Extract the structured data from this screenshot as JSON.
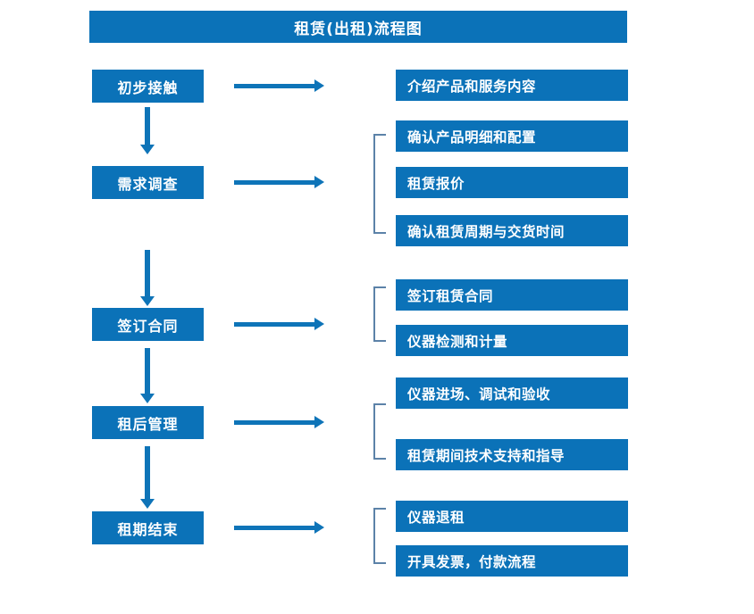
{
  "diagram": {
    "title": "租赁(出租)流程图",
    "accent_color": "#0b72b8",
    "arrow_color": "#0e74b8",
    "bracket_color": "#5c82a8",
    "text_color": "#ffffff",
    "background": "#ffffff",
    "type": "flowchart",
    "stages": [
      {
        "id": "stage-1",
        "label": "初步接触",
        "details": [
          "介绍产品和服务内容"
        ],
        "has_bracket": false,
        "arrow_to_next": true
      },
      {
        "id": "stage-2",
        "label": "需求调查",
        "details": [
          "确认产品明细和配置",
          "租赁报价",
          "确认租赁周期与交货时间"
        ],
        "has_bracket": true,
        "arrow_to_next": true
      },
      {
        "id": "stage-3",
        "label": "签订合同",
        "details": [
          "签订租赁合同",
          "仪器检测和计量"
        ],
        "has_bracket": true,
        "arrow_to_next": true
      },
      {
        "id": "stage-4",
        "label": "租后管理",
        "details": [
          "仪器进场、调试和验收",
          "租赁期间技术支持和指导"
        ],
        "has_bracket": true,
        "arrow_to_next": true
      },
      {
        "id": "stage-5",
        "label": "租期结束",
        "details": [
          "仪器退租",
          "开具发票，付款流程"
        ],
        "has_bracket": true,
        "arrow_to_next": false
      }
    ],
    "connectors": {
      "horizontal_arrow_icon": "arrow-right-icon",
      "vertical_arrow_icon": "arrow-down-icon",
      "bracket_icon": "bracket-left-icon"
    }
  }
}
